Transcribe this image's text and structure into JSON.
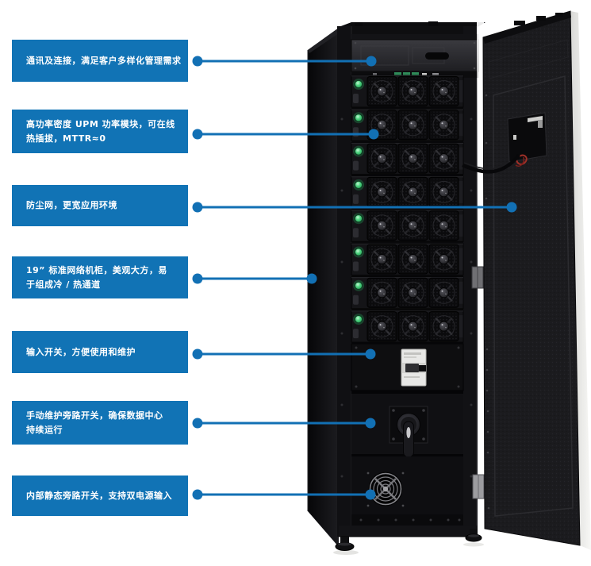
{
  "diagram_title": "",
  "colors": {
    "accent_blue": "#1173b5",
    "callout_line_blue": "#1270b4",
    "led_green": "#4ed37f",
    "cabinet_black": "#121215",
    "background": "#ffffff"
  },
  "callouts": [
    {
      "id": 1,
      "target": "communication-panel",
      "lines": [
        "通讯及连接，满足客户多样化管理需求"
      ]
    },
    {
      "id": 2,
      "target": "upm-power-module",
      "lines": [
        "高功率密度 UPM 功率模块，可在线",
        "热插拔，MTTR≈0"
      ]
    },
    {
      "id": 3,
      "target": "dust-net-door",
      "lines": [
        "防尘网，更宽应用环境"
      ]
    },
    {
      "id": 4,
      "target": "rack-side-panel",
      "lines": [
        "19” 标准网络机柜，美观大方，易",
        "于组成冷 / 热通道"
      ]
    },
    {
      "id": 5,
      "target": "input-switch",
      "lines": [
        "输入开关，方便使用和维护"
      ]
    },
    {
      "id": 6,
      "target": "manual-bypass-switch",
      "lines": [
        "手动维护旁路开关，确保数据中心",
        "持续运行"
      ]
    },
    {
      "id": 7,
      "target": "static-bypass-fan",
      "lines": [
        "内部静态旁路开关，支持双电源输入"
      ]
    }
  ]
}
